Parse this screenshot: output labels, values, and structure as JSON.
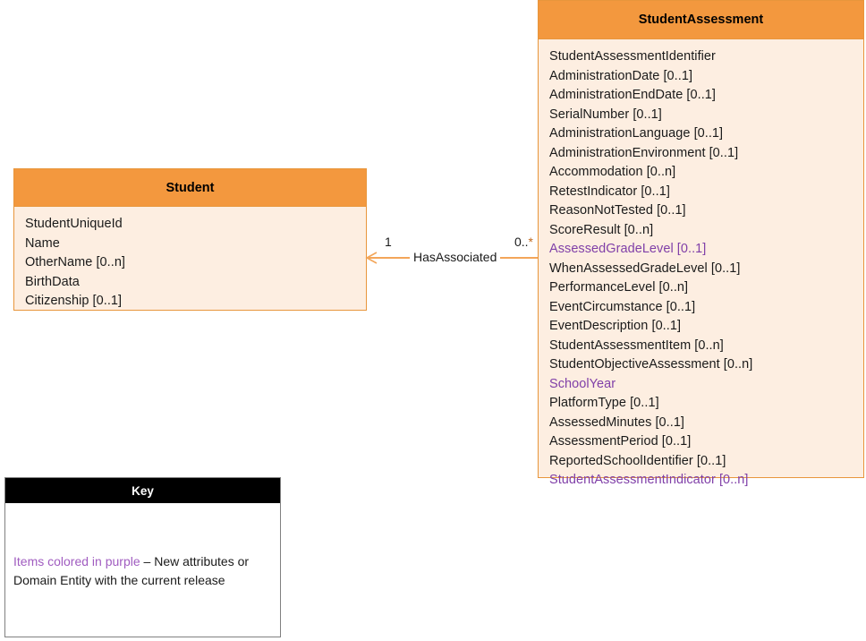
{
  "diagram": {
    "type": "uml-class-diagram",
    "colors": {
      "entity_header": "#F3983E",
      "entity_body": "#FDEEE1",
      "entity_border": "#E8963C",
      "new_item_purple": "#8040A8",
      "connector": "#F3A65A",
      "key_header_bg": "#000000",
      "key_header_text": "#FFFFFF"
    }
  },
  "student_assessment": {
    "title": "StudentAssessment",
    "attributes": [
      {
        "label": "StudentAssessmentIdentifier",
        "new": false
      },
      {
        "label": "AdministrationDate [0..1]",
        "new": false
      },
      {
        "label": "AdministrationEndDate [0..1]",
        "new": false
      },
      {
        "label": "SerialNumber [0..1]",
        "new": false
      },
      {
        "label": "AdministrationLanguage [0..1]",
        "new": false
      },
      {
        "label": "AdministrationEnvironment [0..1]",
        "new": false
      },
      {
        "label": "Accommodation [0..n]",
        "new": false
      },
      {
        "label": "RetestIndicator [0..1]",
        "new": false
      },
      {
        "label": "ReasonNotTested [0..1]",
        "new": false
      },
      {
        "label": "ScoreResult [0..n]",
        "new": false
      },
      {
        "label": "AssessedGradeLevel [0..1]",
        "new": true
      },
      {
        "label": "WhenAssessedGradeLevel [0..1]",
        "new": false
      },
      {
        "label": "PerformanceLevel [0..n]",
        "new": false
      },
      {
        "label": "EventCircumstance [0..1]",
        "new": false
      },
      {
        "label": "EventDescription [0..1]",
        "new": false
      },
      {
        "label": "StudentAssessmentItem [0..n]",
        "new": false
      },
      {
        "label": "StudentObjectiveAssessment [0..n]",
        "new": false
      },
      {
        "label": "SchoolYear",
        "new": true
      },
      {
        "label": "PlatformType [0..1]",
        "new": false
      },
      {
        "label": "AssessedMinutes [0..1]",
        "new": false
      },
      {
        "label": "AssessmentPeriod [0..1]",
        "new": false
      },
      {
        "label": "ReportedSchoolIdentifier [0..1]",
        "new": false
      },
      {
        "label": "StudentAssessmentIndicator [0..n]",
        "new": true
      }
    ]
  },
  "student": {
    "title": "Student",
    "attributes": [
      {
        "label": "StudentUniqueId",
        "new": false
      },
      {
        "label": "Name",
        "new": false
      },
      {
        "label": "OtherName [0..n]",
        "new": false
      },
      {
        "label": "BirthData",
        "new": false
      },
      {
        "label": "Citizenship [0..1]",
        "new": false
      }
    ]
  },
  "association": {
    "name": "HasAssociated",
    "source_multiplicity": "1",
    "target_multiplicity_prefix": "0..",
    "target_multiplicity_star": "*",
    "arrow_direction": "left"
  },
  "key": {
    "title": "Key",
    "purple_phrase": "Items colored in purple",
    "line1_rest": " – New attributes or",
    "line2": "Domain Entity with the current release"
  }
}
